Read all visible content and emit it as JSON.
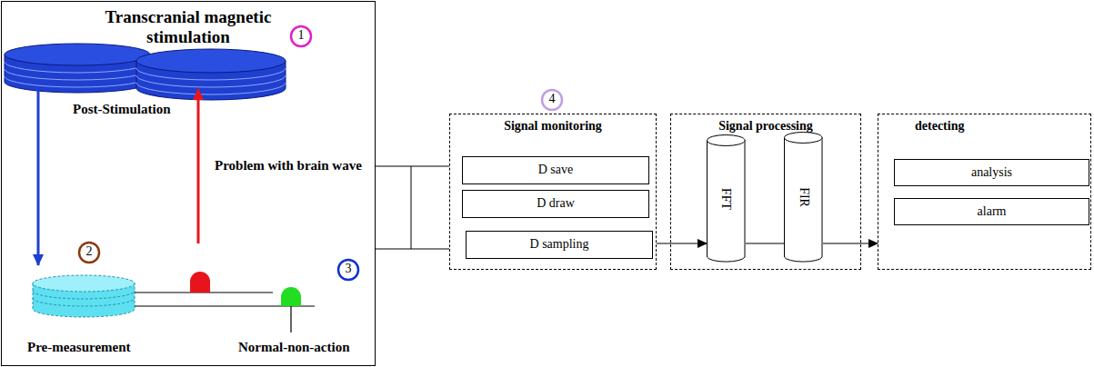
{
  "diagram": {
    "nodes": [
      {
        "text": [
          "Transcranial magnetic stimulation"
        ]
      },
      {
        "text": [
          "Signal monitoring"
        ]
      },
      {
        "text": [
          "D save"
        ],
        "in": 1
      },
      {
        "text": [
          "D draw"
        ],
        "in": 1
      },
      {
        "text": [
          "D sampling"
        ],
        "in": 1
      },
      {
        "text": [
          "Signal processing"
        ]
      },
      {
        "text": [
          "FFT"
        ],
        "in": 5
      },
      {
        "text": [
          "FIR"
        ],
        "in": 5
      },
      {
        "text": [
          "detecting"
        ]
      },
      {
        "text": [
          "analysis"
        ],
        "in": 8
      },
      {
        "text": [
          "alarm"
        ],
        "in": 8
      }
    ],
    "edges": [
      {
        "from": 0,
        "to": 1,
        "arrow": "none"
      },
      {
        "from": 0,
        "to": 1,
        "arrow": "none"
      },
      {
        "from": 1,
        "to": 6,
        "arrow": "to"
      },
      {
        "from": 6,
        "to": 7,
        "arrow": "none"
      },
      {
        "from": 7,
        "to": 8,
        "arrow": "to"
      }
    ],
    "labels": [
      "1",
      "Post-Stimulation",
      "Problem with brain wave",
      "2",
      "3",
      "Pre-measurement",
      "Normal-non-action",
      "4"
    ]
  }
}
